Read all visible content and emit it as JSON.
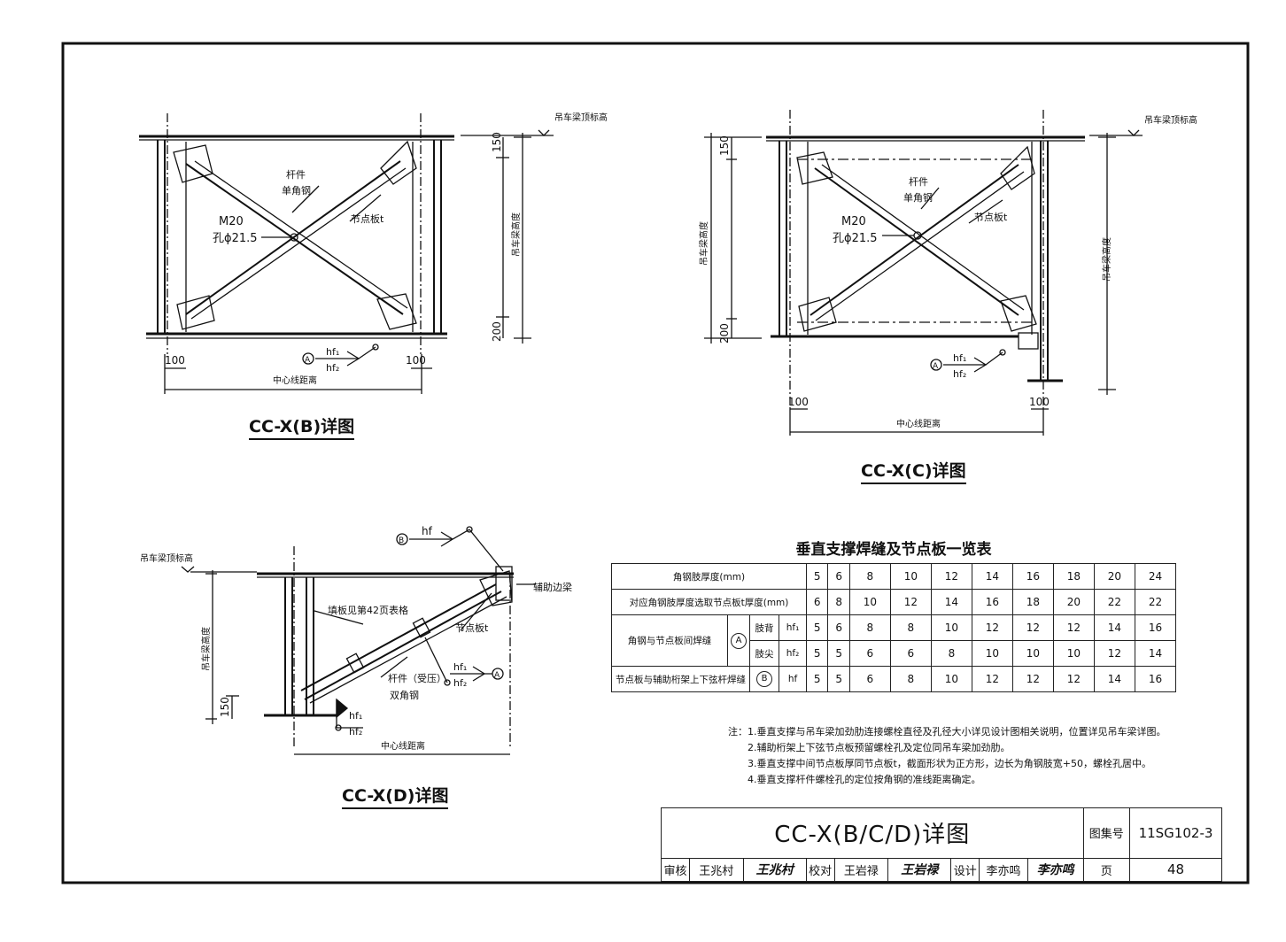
{
  "drawings": {
    "b": {
      "caption": "CC-X(B)详图",
      "top_elev": "吊车梁顶标高",
      "member": "杆件",
      "single_angle": "单角钢",
      "bolt": "M20",
      "hole": "孔ϕ21.5",
      "gusset": "节点板t",
      "dim_top": "150",
      "dim_bot": "200",
      "beam_height": "吊车梁高度",
      "left_off": "100",
      "right_off": "100",
      "center_dist": "中心线距离",
      "weld_mark": "A",
      "hf1": "hf₁",
      "hf2": "hf₂"
    },
    "c": {
      "caption": "CC-X(C)详图",
      "top_elev": "吊车梁顶标高",
      "member": "杆件",
      "single_angle": "单角钢",
      "bolt": "M20",
      "hole": "孔ϕ21.5",
      "gusset": "节点板t",
      "dim_top": "150",
      "dim_bot": "200",
      "beam_height_left": "吊车梁高度",
      "beam_height_right": "吊车梁高度",
      "left_off": "100",
      "right_off": "100",
      "center_dist": "中心线距离",
      "weld_mark": "A",
      "hf1": "hf₁",
      "hf2": "hf₂"
    },
    "d": {
      "caption": "CC-X(D)详图",
      "top_elev": "吊车梁顶标高",
      "weld_b": "B",
      "hf": "hf",
      "plate_note": "填板见第42页表格",
      "gusset": "节点板t",
      "aux_beam": "辅助边梁",
      "member": "杆件（受压）",
      "double_angle": "双角钢",
      "weld_a": "A",
      "hf1": "hf₁",
      "hf2": "hf₂",
      "beam_height": "吊车梁高度",
      "dim_150": "150",
      "center_dist": "中心线距离"
    }
  },
  "table": {
    "title": "垂直支撑焊缝及节点板一览表",
    "row1_label": "角钢肢厚度(mm)",
    "row1": [
      "5",
      "6",
      "8",
      "10",
      "12",
      "14",
      "16",
      "18",
      "20",
      "24"
    ],
    "row2_label": "对应角钢肢厚度选取节点板t厚度(mm)",
    "row2": [
      "6",
      "8",
      "10",
      "12",
      "14",
      "16",
      "18",
      "20",
      "22",
      "22"
    ],
    "row3_label": "角钢与节点板间焊缝",
    "row3_mark": "A",
    "row3a_sub": "肢背",
    "row3a_sym": "hf₁",
    "row3a": [
      "5",
      "6",
      "8",
      "8",
      "10",
      "12",
      "12",
      "12",
      "14",
      "16"
    ],
    "row3b_sub": "肢尖",
    "row3b_sym": "hf₂",
    "row3b": [
      "5",
      "5",
      "6",
      "6",
      "8",
      "10",
      "10",
      "10",
      "12",
      "14"
    ],
    "row4_label": "节点板与辅助桁架上下弦杆焊缝",
    "row4_mark": "B",
    "row4_sym": "hf",
    "row4": [
      "5",
      "5",
      "6",
      "8",
      "10",
      "12",
      "12",
      "12",
      "14",
      "16"
    ]
  },
  "notes": [
    "注：1.垂直支撑与吊车梁加劲肋连接螺栓直径及孔径大小详见设计图相关说明，位置详见吊车梁详图。",
    "2.辅助桁架上下弦节点板预留螺栓孔及定位同吊车梁加劲肋。",
    "3.垂直支撑中间节点板厚同节点板t，截面形状为正方形，边长为角钢肢宽+50，螺栓孔居中。",
    "4.垂直支撑杆件螺栓孔的定位按角钢的准线距离确定。"
  ],
  "title_block": {
    "title": "CC-X(B/C/D)详图",
    "atlas_label": "图集号",
    "atlas_no": "11SG102-3",
    "review_label": "审核",
    "review_name": "王兆村",
    "review_sig": "王兆村",
    "check_label": "校对",
    "check_name": "王岩禄",
    "check_sig": "王岩禄",
    "design_label": "设计",
    "design_name": "李亦鸣",
    "design_sig": "李亦鸣",
    "page_label": "页",
    "page_no": "48"
  }
}
